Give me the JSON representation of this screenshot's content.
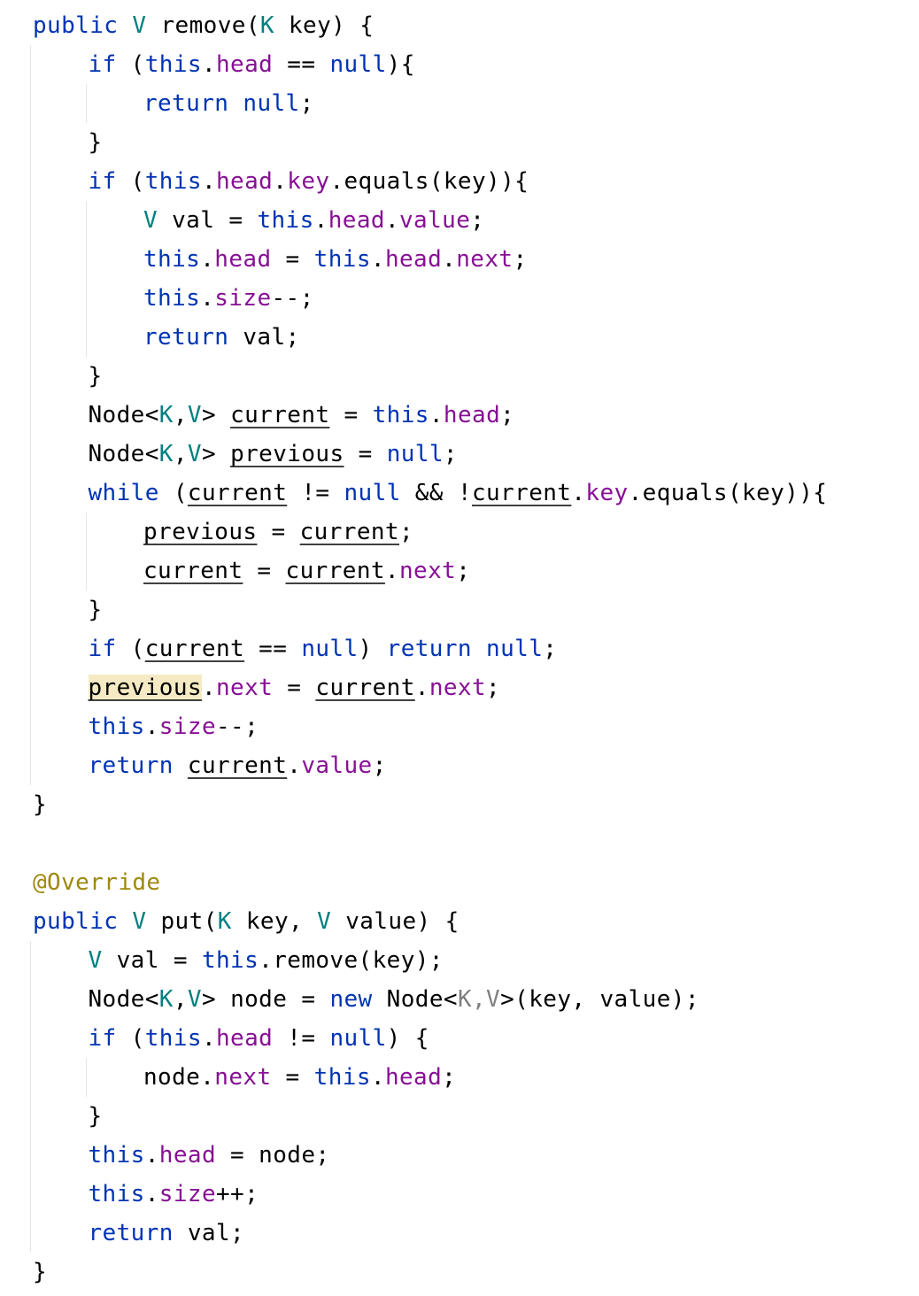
{
  "editor": {
    "lines": [
      {
        "indent": 0,
        "tokens": [
          {
            "t": "public",
            "c": "kw"
          },
          {
            "t": " "
          },
          {
            "t": "V",
            "c": "type"
          },
          {
            "t": " remove("
          },
          {
            "t": "K",
            "c": "type"
          },
          {
            "t": " key) {"
          }
        ]
      },
      {
        "indent": 1,
        "tokens": [
          {
            "t": "if",
            "c": "kw"
          },
          {
            "t": " ("
          },
          {
            "t": "this",
            "c": "kw"
          },
          {
            "t": "."
          },
          {
            "t": "head",
            "c": "field"
          },
          {
            "t": " == "
          },
          {
            "t": "null",
            "c": "kw"
          },
          {
            "t": "){"
          }
        ]
      },
      {
        "indent": 2,
        "tokens": [
          {
            "t": "return",
            "c": "kw"
          },
          {
            "t": " "
          },
          {
            "t": "null",
            "c": "kw"
          },
          {
            "t": ";"
          }
        ]
      },
      {
        "indent": 1,
        "tokens": [
          {
            "t": "}"
          }
        ]
      },
      {
        "indent": 1,
        "tokens": [
          {
            "t": "if",
            "c": "kw"
          },
          {
            "t": " ("
          },
          {
            "t": "this",
            "c": "kw"
          },
          {
            "t": "."
          },
          {
            "t": "head",
            "c": "field"
          },
          {
            "t": "."
          },
          {
            "t": "key",
            "c": "field"
          },
          {
            "t": ".equals(key)){"
          }
        ]
      },
      {
        "indent": 2,
        "tokens": [
          {
            "t": "V",
            "c": "type"
          },
          {
            "t": " val = "
          },
          {
            "t": "this",
            "c": "kw"
          },
          {
            "t": "."
          },
          {
            "t": "head",
            "c": "field"
          },
          {
            "t": "."
          },
          {
            "t": "value",
            "c": "field"
          },
          {
            "t": ";"
          }
        ]
      },
      {
        "indent": 2,
        "tokens": [
          {
            "t": "this",
            "c": "kw"
          },
          {
            "t": "."
          },
          {
            "t": "head",
            "c": "field"
          },
          {
            "t": " = "
          },
          {
            "t": "this",
            "c": "kw"
          },
          {
            "t": "."
          },
          {
            "t": "head",
            "c": "field"
          },
          {
            "t": "."
          },
          {
            "t": "next",
            "c": "field"
          },
          {
            "t": ";"
          }
        ]
      },
      {
        "indent": 2,
        "tokens": [
          {
            "t": "this",
            "c": "kw"
          },
          {
            "t": "."
          },
          {
            "t": "size",
            "c": "field"
          },
          {
            "t": "--;"
          }
        ]
      },
      {
        "indent": 2,
        "tokens": [
          {
            "t": "return",
            "c": "kw"
          },
          {
            "t": " val;"
          }
        ]
      },
      {
        "indent": 1,
        "tokens": [
          {
            "t": "}"
          }
        ]
      },
      {
        "indent": 1,
        "tokens": [
          {
            "t": "Node<"
          },
          {
            "t": "K",
            "c": "type"
          },
          {
            "t": ","
          },
          {
            "t": "V",
            "c": "type"
          },
          {
            "t": "> "
          },
          {
            "t": "current",
            "c": "ul"
          },
          {
            "t": " = "
          },
          {
            "t": "this",
            "c": "kw"
          },
          {
            "t": "."
          },
          {
            "t": "head",
            "c": "field"
          },
          {
            "t": ";"
          }
        ]
      },
      {
        "indent": 1,
        "tokens": [
          {
            "t": "Node<"
          },
          {
            "t": "K",
            "c": "type"
          },
          {
            "t": ","
          },
          {
            "t": "V",
            "c": "type"
          },
          {
            "t": "> "
          },
          {
            "t": "previous",
            "c": "ul"
          },
          {
            "t": " = "
          },
          {
            "t": "null",
            "c": "kw"
          },
          {
            "t": ";"
          }
        ]
      },
      {
        "indent": 1,
        "tokens": [
          {
            "t": "while",
            "c": "kw"
          },
          {
            "t": " ("
          },
          {
            "t": "current",
            "c": "ul"
          },
          {
            "t": " != "
          },
          {
            "t": "null",
            "c": "kw"
          },
          {
            "t": " && !"
          },
          {
            "t": "current",
            "c": "ul"
          },
          {
            "t": "."
          },
          {
            "t": "key",
            "c": "field"
          },
          {
            "t": ".equals(key)){"
          }
        ]
      },
      {
        "indent": 2,
        "tokens": [
          {
            "t": "previous",
            "c": "ul"
          },
          {
            "t": " = "
          },
          {
            "t": "current",
            "c": "ul"
          },
          {
            "t": ";"
          }
        ]
      },
      {
        "indent": 2,
        "tokens": [
          {
            "t": "current",
            "c": "ul"
          },
          {
            "t": " = "
          },
          {
            "t": "current",
            "c": "ul"
          },
          {
            "t": "."
          },
          {
            "t": "next",
            "c": "field"
          },
          {
            "t": ";"
          }
        ]
      },
      {
        "indent": 1,
        "tokens": [
          {
            "t": "}"
          }
        ]
      },
      {
        "indent": 1,
        "tokens": [
          {
            "t": "if",
            "c": "kw"
          },
          {
            "t": " ("
          },
          {
            "t": "current",
            "c": "ul"
          },
          {
            "t": " == "
          },
          {
            "t": "null",
            "c": "kw"
          },
          {
            "t": ") "
          },
          {
            "t": "return",
            "c": "kw"
          },
          {
            "t": " "
          },
          {
            "t": "null",
            "c": "kw"
          },
          {
            "t": ";"
          }
        ]
      },
      {
        "indent": 1,
        "tokens": [
          {
            "t": "previous",
            "c": "ul hl"
          },
          {
            "t": "."
          },
          {
            "t": "next",
            "c": "field"
          },
          {
            "t": " = "
          },
          {
            "t": "current",
            "c": "ul"
          },
          {
            "t": "."
          },
          {
            "t": "next",
            "c": "field"
          },
          {
            "t": ";"
          }
        ]
      },
      {
        "indent": 1,
        "tokens": [
          {
            "t": "this",
            "c": "kw"
          },
          {
            "t": "."
          },
          {
            "t": "size",
            "c": "field"
          },
          {
            "t": "--;"
          }
        ]
      },
      {
        "indent": 1,
        "tokens": [
          {
            "t": "return",
            "c": "kw"
          },
          {
            "t": " "
          },
          {
            "t": "current",
            "c": "ul"
          },
          {
            "t": "."
          },
          {
            "t": "value",
            "c": "field"
          },
          {
            "t": ";"
          }
        ]
      },
      {
        "indent": 0,
        "tokens": [
          {
            "t": "}"
          }
        ]
      },
      {
        "indent": 0,
        "tokens": []
      },
      {
        "indent": 0,
        "tokens": [
          {
            "t": "@Override",
            "c": "ann"
          }
        ]
      },
      {
        "indent": 0,
        "tokens": [
          {
            "t": "public",
            "c": "kw"
          },
          {
            "t": " "
          },
          {
            "t": "V",
            "c": "type"
          },
          {
            "t": " put("
          },
          {
            "t": "K",
            "c": "type"
          },
          {
            "t": " key, "
          },
          {
            "t": "V",
            "c": "type"
          },
          {
            "t": " value) {"
          }
        ]
      },
      {
        "indent": 1,
        "tokens": [
          {
            "t": "V",
            "c": "type"
          },
          {
            "t": " val = "
          },
          {
            "t": "this",
            "c": "kw"
          },
          {
            "t": ".remove(key);"
          }
        ]
      },
      {
        "indent": 1,
        "tokens": [
          {
            "t": "Node<"
          },
          {
            "t": "K",
            "c": "type"
          },
          {
            "t": ","
          },
          {
            "t": "V",
            "c": "type"
          },
          {
            "t": "> node = "
          },
          {
            "t": "new",
            "c": "kw"
          },
          {
            "t": " Node<"
          },
          {
            "t": "K,V",
            "c": "gen"
          },
          {
            "t": ">(key, value);"
          }
        ]
      },
      {
        "indent": 1,
        "tokens": [
          {
            "t": "if",
            "c": "kw"
          },
          {
            "t": " ("
          },
          {
            "t": "this",
            "c": "kw"
          },
          {
            "t": "."
          },
          {
            "t": "head",
            "c": "field"
          },
          {
            "t": " != "
          },
          {
            "t": "null",
            "c": "kw"
          },
          {
            "t": ") {"
          }
        ]
      },
      {
        "indent": 2,
        "tokens": [
          {
            "t": "node."
          },
          {
            "t": "next",
            "c": "field"
          },
          {
            "t": " = "
          },
          {
            "t": "this",
            "c": "kw"
          },
          {
            "t": "."
          },
          {
            "t": "head",
            "c": "field"
          },
          {
            "t": ";"
          }
        ]
      },
      {
        "indent": 1,
        "tokens": [
          {
            "t": "}"
          }
        ]
      },
      {
        "indent": 1,
        "tokens": [
          {
            "t": "this",
            "c": "kw"
          },
          {
            "t": "."
          },
          {
            "t": "head",
            "c": "field"
          },
          {
            "t": " = node;"
          }
        ]
      },
      {
        "indent": 1,
        "tokens": [
          {
            "t": "this",
            "c": "kw"
          },
          {
            "t": "."
          },
          {
            "t": "size",
            "c": "field"
          },
          {
            "t": "++;"
          }
        ]
      },
      {
        "indent": 1,
        "tokens": [
          {
            "t": "return",
            "c": "kw"
          },
          {
            "t": " val;"
          }
        ]
      },
      {
        "indent": 0,
        "tokens": [
          {
            "t": "}"
          }
        ]
      }
    ]
  }
}
